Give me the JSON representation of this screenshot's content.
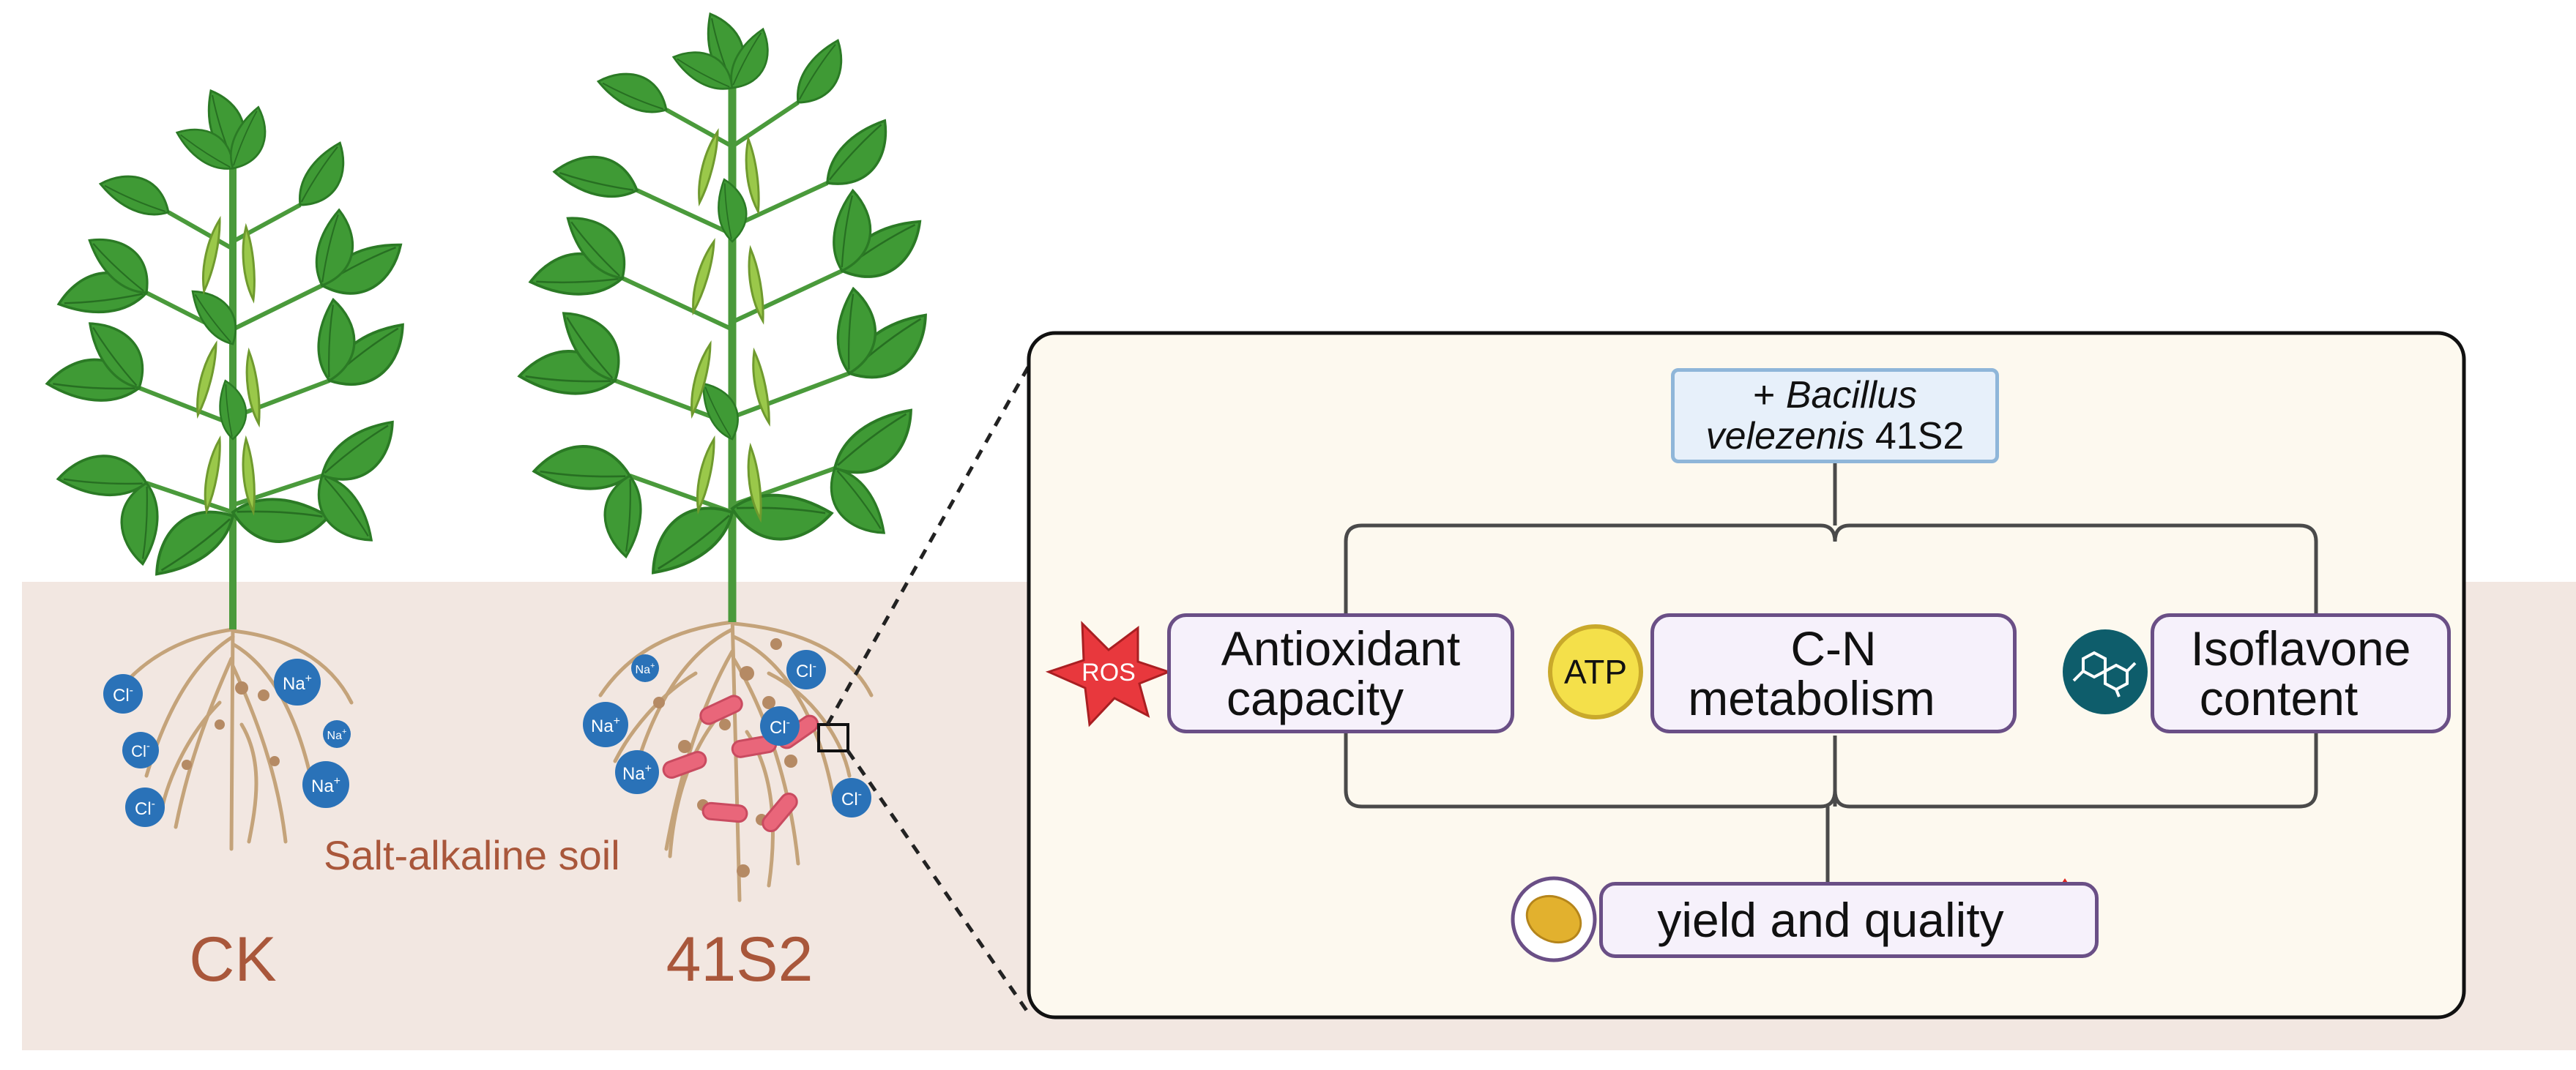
{
  "treatments": {
    "ck": "CK",
    "strain": "41S2"
  },
  "soil_label": "Salt-alkaline soil",
  "ions": {
    "cl": "Cl",
    "na": "Na",
    "minus": "-",
    "plus": "+"
  },
  "inoculation": {
    "prefix": "+ ",
    "genus": "Bacillus",
    "species": "velezenis",
    "strain": "41S2"
  },
  "effects": [
    {
      "line1": "Antioxidant",
      "line2": "capacity",
      "icon": "ros-icon",
      "icon_label": "ROS"
    },
    {
      "line1": "C-N",
      "line2": "metabolism",
      "icon": "atp-icon",
      "icon_label": "ATP"
    },
    {
      "line1": "Isoflavone",
      "line2": "content",
      "icon": "molecule-icon",
      "icon_label": ""
    }
  ],
  "outcome": {
    "label": "yield and quality",
    "icon": "soybean-seed-icon"
  },
  "colors": {
    "soil": "#f2e7e1",
    "label_brown": "#a9573b",
    "leaf": "#2f8a2c",
    "arrow_red": "#e2251f",
    "box_border": "#6a4f86",
    "ion_blue": "#2a72b8",
    "bacteria": "#e9667a"
  }
}
